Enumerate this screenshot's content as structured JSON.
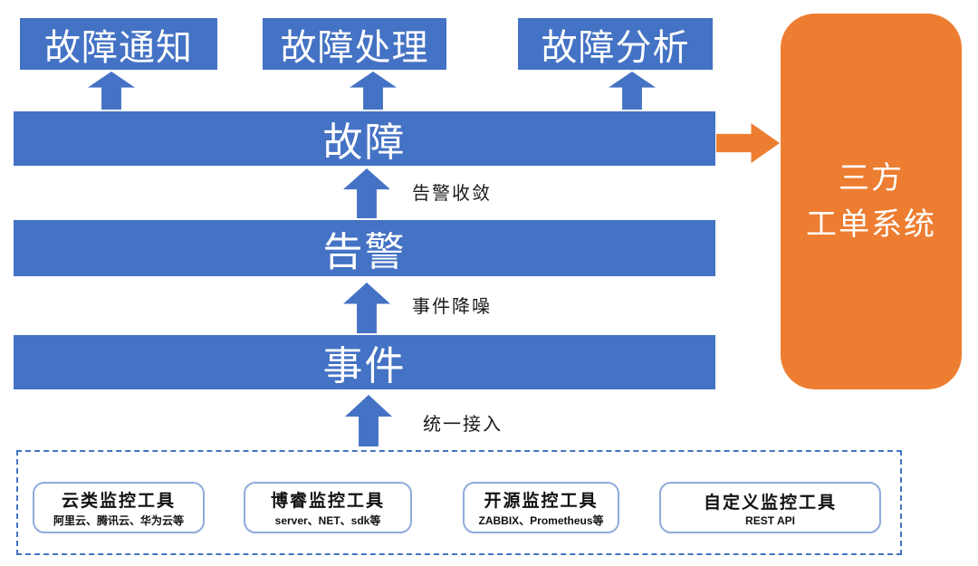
{
  "diagram": {
    "top_boxes": [
      {
        "label": "故障通知"
      },
      {
        "label": "故障处理"
      },
      {
        "label": "故障分析"
      }
    ],
    "layers": [
      {
        "label": "故障"
      },
      {
        "label": "告警"
      },
      {
        "label": "事件"
      }
    ],
    "flow_labels": {
      "alert_convergence": "告警收敛",
      "event_noise_reduction": "事件降噪",
      "unified_access": "统一接入"
    },
    "side_system": {
      "line1": "三方",
      "line2": "工单系统"
    },
    "tools": [
      {
        "title": "云类监控工具",
        "subtitle": "阿里云、腾讯云、华为云等"
      },
      {
        "title": "博睿监控工具",
        "subtitle": "server、NET、sdk等"
      },
      {
        "title": "开源监控工具",
        "subtitle": "ZABBIX、Prometheus等"
      },
      {
        "title": "自定义监控工具",
        "subtitle": "REST API"
      }
    ],
    "colors": {
      "blue": "#4472C4",
      "orange": "#ED7D31",
      "tool_border": "#8FAADC",
      "dashed_border": "#4472C4"
    }
  }
}
